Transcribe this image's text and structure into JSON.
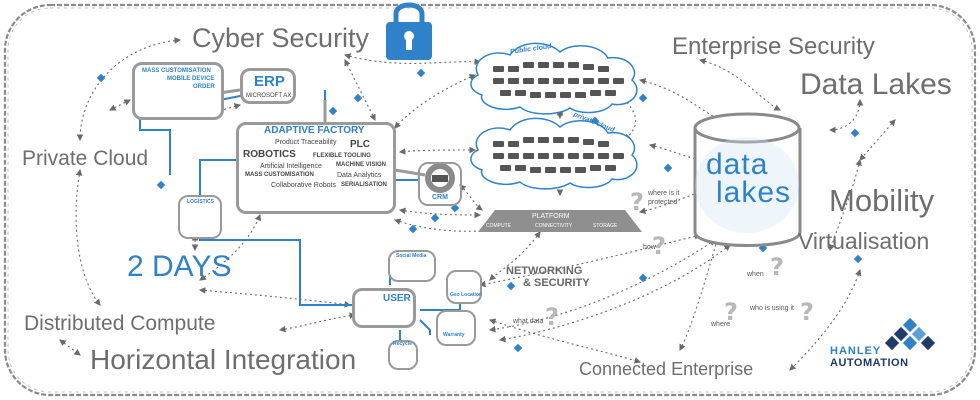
{
  "labels": {
    "cyber_security": "Cyber Security",
    "enterprise_security": "Enterprise Security",
    "data_lakes_title": "Data Lakes",
    "private_cloud": "Private Cloud",
    "mobility": "Mobility",
    "virtualisation": "Virtualisation",
    "two_days": "2 DAYS",
    "distributed_compute": "Distributed Compute",
    "horizontal_integration": "Horizontal Integration",
    "connected_enterprise": "Connected Enterprise",
    "networking_security_1": "NETWORKING",
    "networking_security_2": "& SECURITY"
  },
  "clouds": {
    "public": "Public cloud",
    "private": "private cloud"
  },
  "order_box": {
    "line1": "MASS CUSTOMISATION",
    "line2": "MOBILE DEVICE",
    "line3": "ORDER"
  },
  "erp": {
    "title": "ERP",
    "subtitle": "MICROSOFT AX"
  },
  "factory": {
    "title": "ADAPTIVE FACTORY",
    "items": [
      "Product Traceability",
      "PLC",
      "ROBOTICS",
      "FLEXIBLE TOOLING",
      "Artificial Intelligence",
      "MACHINE VISION",
      "MASS CUSTOMISATION",
      "Data Analytics",
      "Collaborative Robots",
      "SERIALISATION"
    ]
  },
  "logistics": "LOGISTICS",
  "crm": "CRM",
  "platform": {
    "title": "PLATFORM",
    "items": [
      "COMPUTE",
      "CONNECTIVITY",
      "STORAGE"
    ]
  },
  "datalake": {
    "word1": "data",
    "word2": "lakes"
  },
  "questions": {
    "where_protected_1": "where is it",
    "where_protected_2": "protected",
    "how": "how",
    "when": "when",
    "who_using": "who is using it",
    "where": "where",
    "what_data": "what data"
  },
  "user_cluster": {
    "user": "USER",
    "social": "Social Media",
    "geo": "Geo Location",
    "warranty": "Warranty",
    "recycle": "Recycle"
  },
  "brand": {
    "line1": "HANLEY",
    "line2": "AUTOMATION"
  },
  "colors": {
    "accent_blue": "#2f82c9",
    "grey_text": "#6e6e6e",
    "chain_grey": "#8a8a8a",
    "lock_blue": "#2f82c9",
    "brand_navy": "#1f3a6b"
  }
}
